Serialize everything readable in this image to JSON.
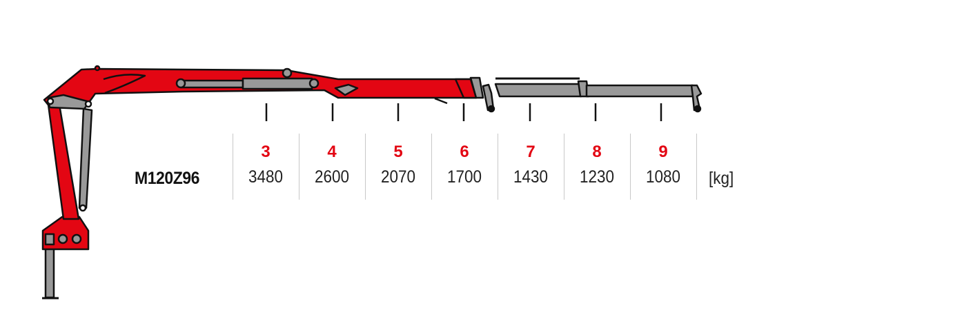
{
  "model": "M120Z96",
  "unit": "[kg]",
  "colors": {
    "accent": "#e30613",
    "steel": "#999999"
  },
  "load_table": [
    {
      "reach": "3",
      "load": "3480"
    },
    {
      "reach": "4",
      "load": "2600"
    },
    {
      "reach": "5",
      "load": "2070"
    },
    {
      "reach": "6",
      "load": "1700"
    },
    {
      "reach": "7",
      "load": "1430"
    },
    {
      "reach": "8",
      "load": "1230"
    },
    {
      "reach": "9",
      "load": "1080"
    }
  ]
}
